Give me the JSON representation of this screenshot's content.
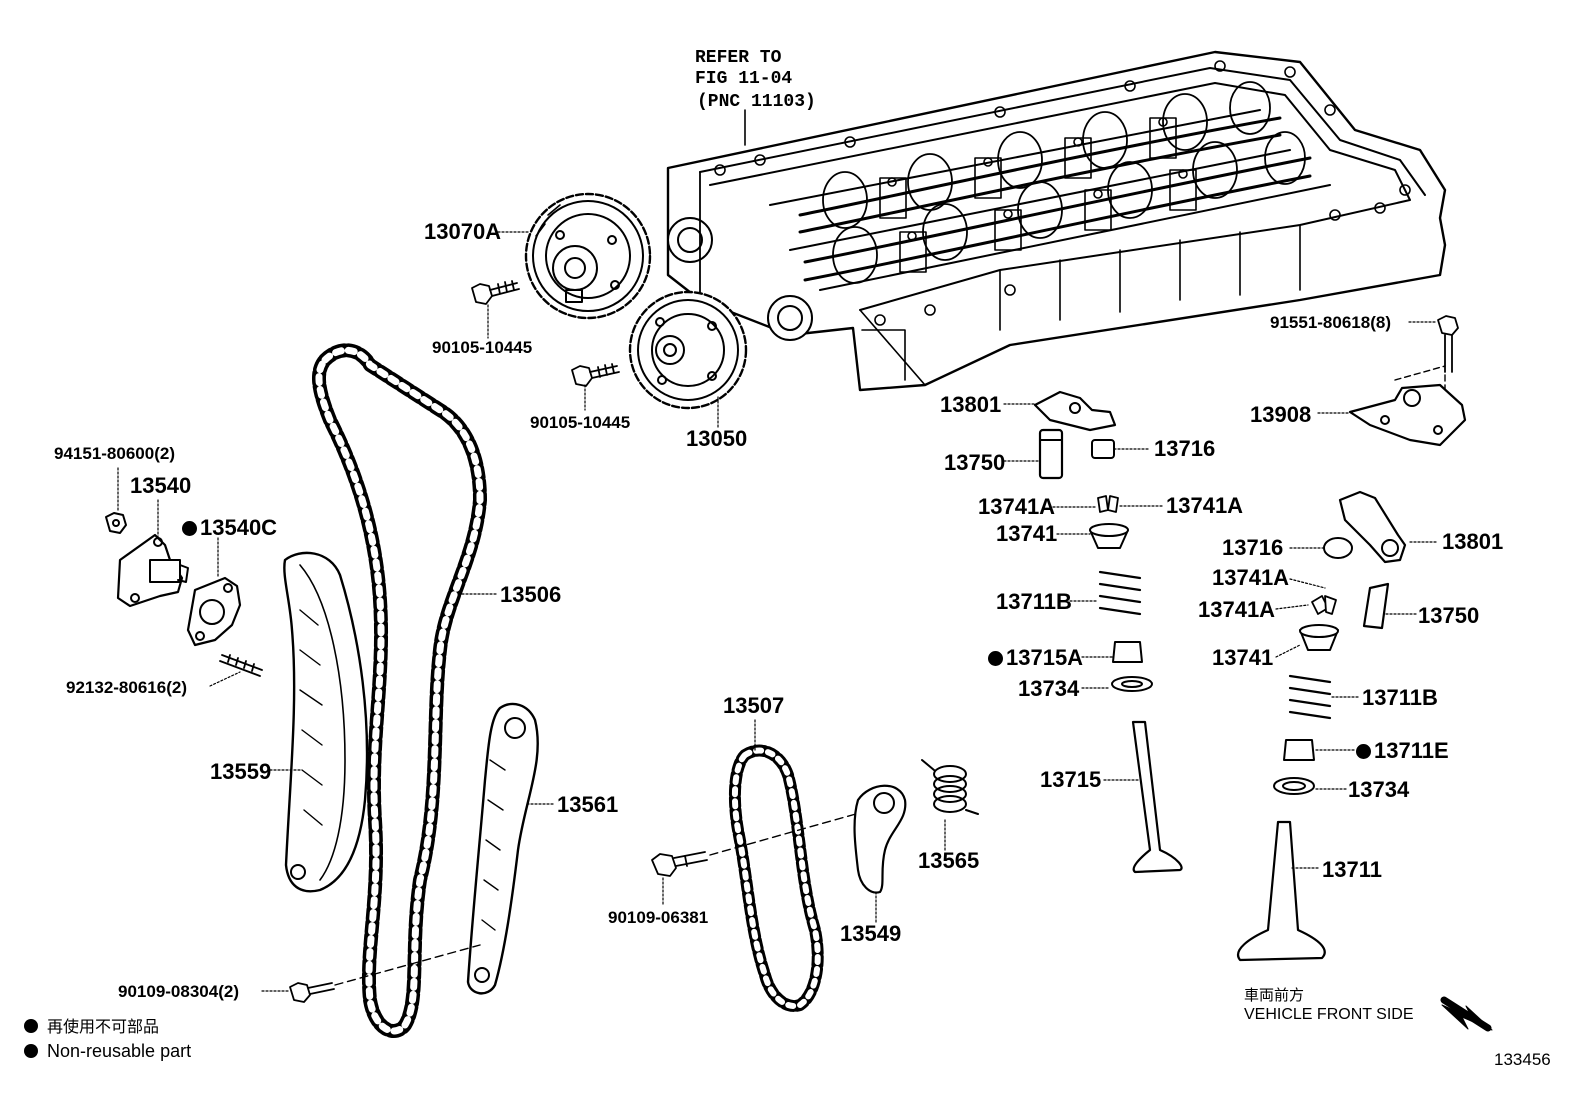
{
  "refer_note": [
    "REFER TO",
    "FIG 11-04",
    "(PNC 11103)"
  ],
  "parts": {
    "p13070A": "13070A",
    "p90105_a": "90105-10445",
    "p90105_b": "90105-10445",
    "p13050": "13050",
    "p91551": "91551-80618(8)",
    "p13908": "13908",
    "p13801_a": "13801",
    "p13750_a": "13750",
    "p13716_a": "13716",
    "p13741A_a": "13741A",
    "p13741A_b": "13741A",
    "p13741_a": "13741",
    "p13711B_a": "13711B",
    "p13715A": "13715A",
    "p13734_a": "13734",
    "p13715": "13715",
    "p13716_b": "13716",
    "p13801_b": "13801",
    "p13741A_c": "13741A",
    "p13741A_d": "13741A",
    "p13750_b": "13750",
    "p13741_b": "13741",
    "p13711B_b": "13711B",
    "p13711E": "13711E",
    "p13734_b": "13734",
    "p13711": "13711",
    "p94151": "94151-80600(2)",
    "p13540": "13540",
    "p13540C": "13540C",
    "p92132": "92132-80616(2)",
    "p13559": "13559",
    "p13506": "13506",
    "p13561": "13561",
    "p90109_08304": "90109-08304(2)",
    "p13507": "13507",
    "p90109_06381": "90109-06381",
    "p13549": "13549",
    "p13565": "13565"
  },
  "legend": {
    "jp": "再使用不可部品",
    "en": "Non-reusable part"
  },
  "direction": {
    "jp": "車両前方",
    "en": "VEHICLE FRONT SIDE"
  },
  "figure_number": "133456"
}
